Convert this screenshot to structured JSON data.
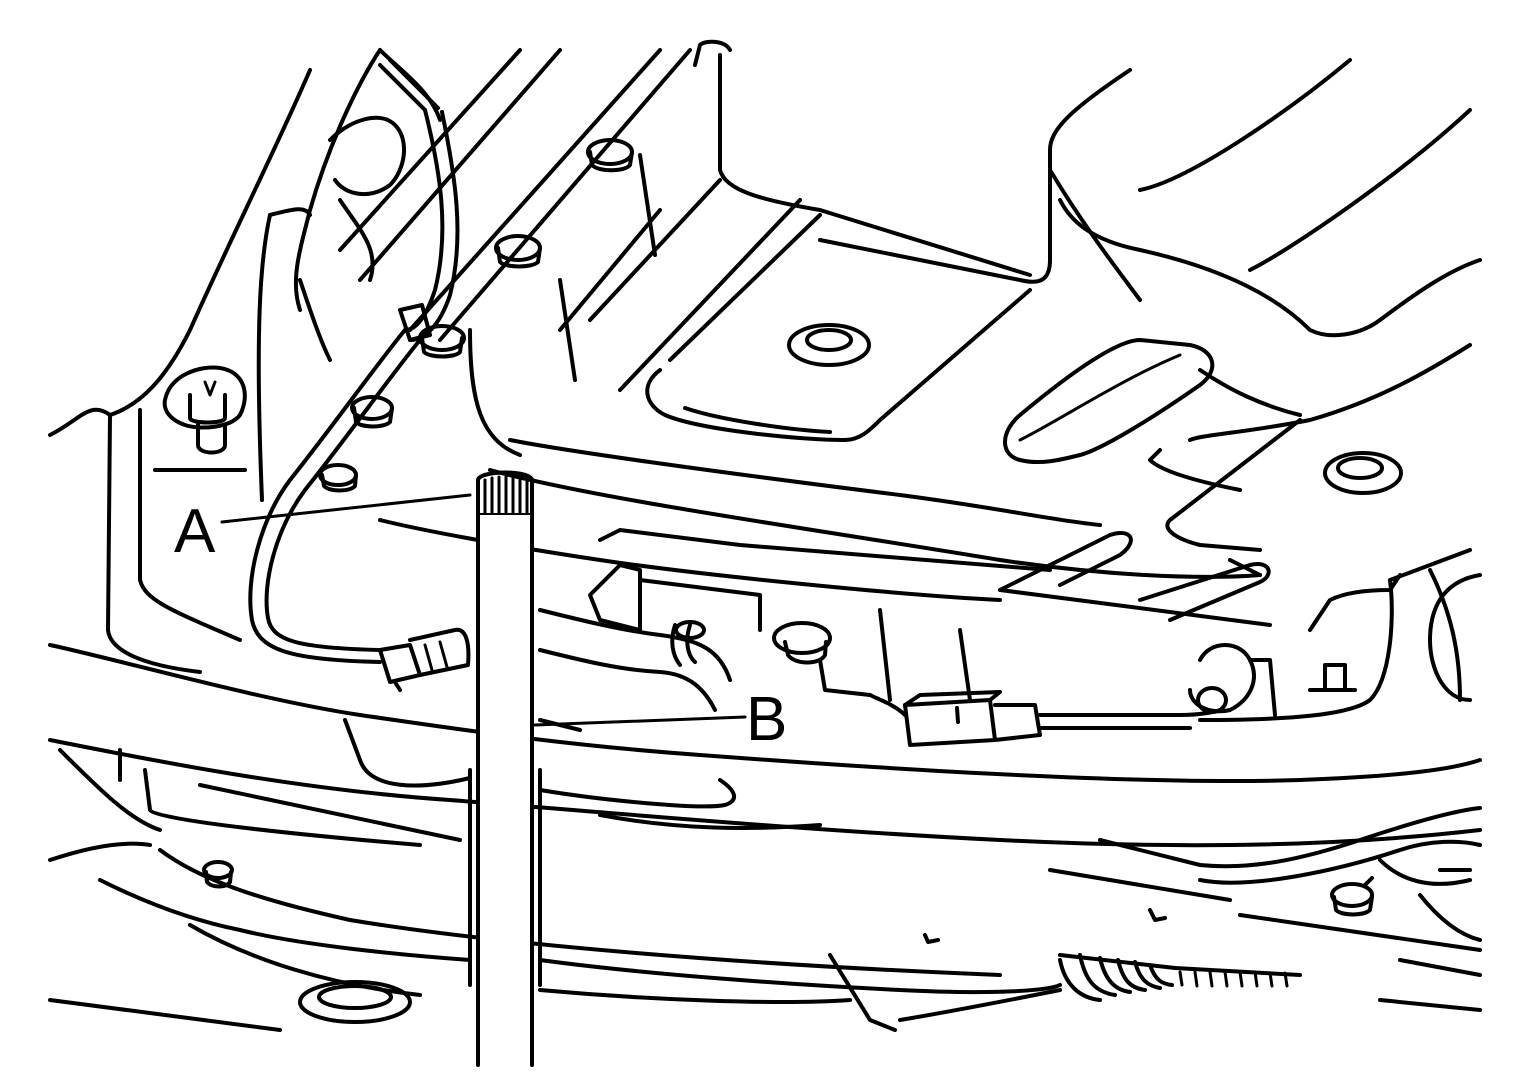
{
  "diagram": {
    "callouts": [
      {
        "id": "A",
        "label": "A"
      },
      {
        "id": "B",
        "label": "B"
      }
    ],
    "line_color": "#000000",
    "background_color": "#ffffff"
  }
}
